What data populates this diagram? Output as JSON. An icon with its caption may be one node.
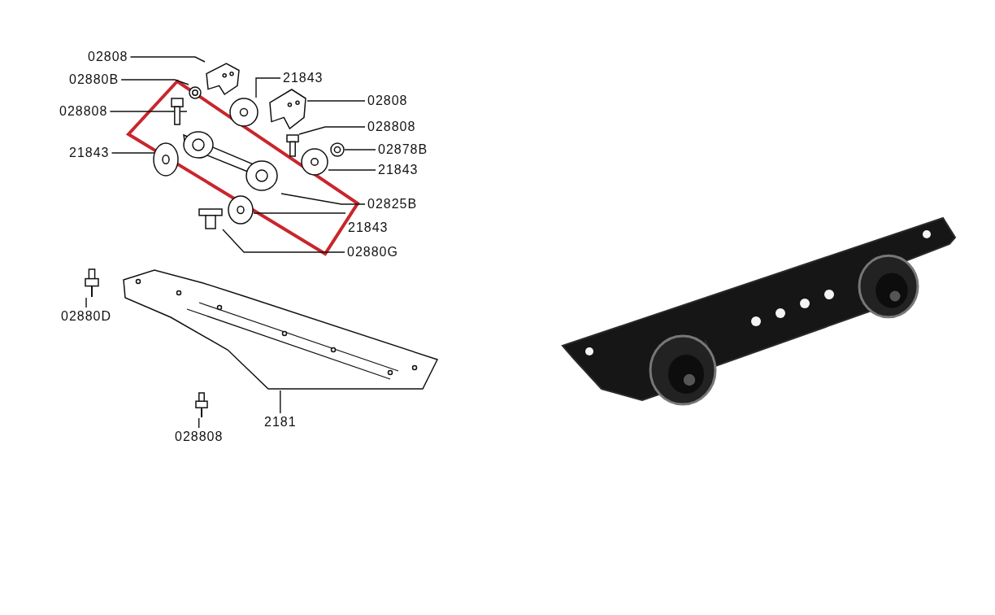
{
  "diagram": {
    "nodes": [
      {
        "text": [
          "02808"
        ]
      },
      {
        "text": [
          "02880B"
        ]
      },
      {
        "text": [
          "028808"
        ]
      },
      {
        "text": [
          "21843"
        ]
      },
      {
        "text": [
          "21843"
        ]
      },
      {
        "text": [
          "02808"
        ]
      },
      {
        "text": [
          "028808"
        ]
      },
      {
        "text": [
          "02878B"
        ]
      },
      {
        "text": [
          "21843"
        ]
      },
      {
        "text": [
          "02825B"
        ]
      },
      {
        "text": [
          "21843"
        ]
      },
      {
        "text": [
          "02880G"
        ]
      },
      {
        "text": [
          "02880D"
        ]
      },
      {
        "text": [
          "028808"
        ]
      },
      {
        "text": [
          "2181"
        ]
      },
      {
        "text": [],
        "shape": "picture"
      },
      {
        "text": [],
        "shape": "picture"
      },
      {
        "text": [],
        "shape": "picture"
      },
      {
        "text": [],
        "shape": "picture"
      },
      {
        "text": [],
        "shape": "picture"
      },
      {
        "text": [],
        "shape": "picture"
      },
      {
        "text": [],
        "shape": "picture"
      },
      {
        "text": [],
        "shape": "picture"
      },
      {
        "text": [],
        "shape": "picture"
      },
      {
        "text": [],
        "shape": "picture"
      },
      {
        "text": [],
        "shape": "picture"
      },
      {
        "text": [],
        "shape": "picture"
      },
      {
        "text": [],
        "shape": "picture"
      },
      {
        "text": [],
        "shape": "picture"
      },
      {
        "text": [],
        "shape": "picture"
      }
    ],
    "edges": [
      {
        "from": 0,
        "to": 15,
        "arrow": "none"
      },
      {
        "from": 1,
        "to": 16,
        "arrow": "none"
      },
      {
        "from": 2,
        "to": 17,
        "arrow": "none"
      },
      {
        "from": 3,
        "to": 18,
        "arrow": "none"
      },
      {
        "from": 4,
        "to": 19,
        "arrow": "none"
      },
      {
        "from": 5,
        "to": 20,
        "arrow": "none"
      },
      {
        "from": 6,
        "to": 21,
        "arrow": "none"
      },
      {
        "from": 7,
        "to": 22,
        "arrow": "none"
      },
      {
        "from": 8,
        "to": 23,
        "arrow": "none"
      },
      {
        "from": 9,
        "to": 24,
        "arrow": "none"
      },
      {
        "from": 10,
        "to": 25,
        "arrow": "none"
      },
      {
        "from": 11,
        "to": 26,
        "arrow": "none"
      },
      {
        "from": 12,
        "to": 27,
        "arrow": "none"
      },
      {
        "from": 13,
        "to": 28,
        "arrow": "none"
      },
      {
        "from": 14,
        "to": 29,
        "arrow": "none"
      }
    ]
  }
}
